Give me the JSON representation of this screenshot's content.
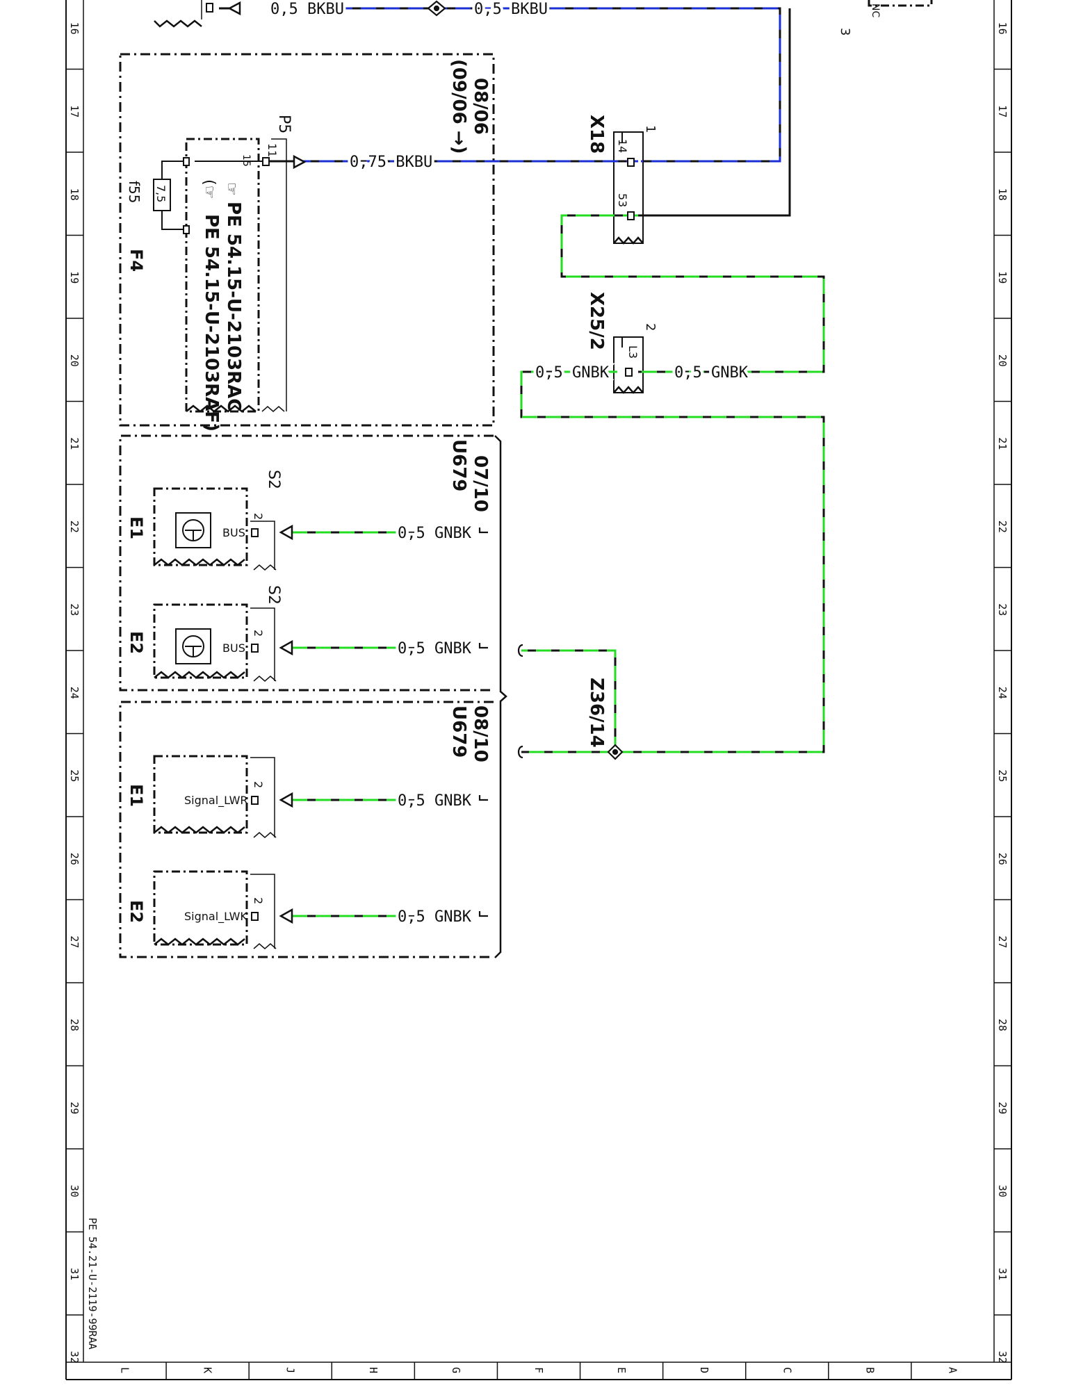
{
  "document_id": "PE 54.21-U-2119-99RAA",
  "row_numbers": [
    "16",
    "17",
    "18",
    "19",
    "20",
    "21",
    "22",
    "23",
    "24",
    "25",
    "26",
    "27",
    "28",
    "29",
    "30",
    "31",
    "32"
  ],
  "column_letters": [
    "L",
    "K",
    "J",
    "H",
    "G",
    "F",
    "E",
    "D",
    "C",
    "B",
    "A"
  ],
  "colors": {
    "bkbu": "#1a2fd6",
    "gnbk": "#22dd22",
    "line": "#111111"
  },
  "wires": {
    "top_left": "0,5 BKBU",
    "top_right": "0,5 BKBU",
    "fuse_wire": "0,75 BKBU",
    "x25_left": "0,5 GNBK",
    "x25_right": "0,5 GNBK",
    "e1_bus": "0,5 GNBK",
    "e2_bus": "0,5 GNBK",
    "e1_signal": "0,5 GNBK",
    "e2_signal": "0,5 GNBK"
  },
  "box_f4": {
    "date": "08/06",
    "date2": "(09/06 →)",
    "component": "F4",
    "fuse": "f55",
    "fuse_value": "7,5",
    "connector": "P5",
    "pin_top": "11",
    "pin_inner": "15",
    "ref1": "PE 54.15-U-2103RAC",
    "ref2": "PE 54.15-U-2103RAF)"
  },
  "box_u679_a": {
    "date": "07/10",
    "code": "U679"
  },
  "box_u679_b": {
    "date": "08/10",
    "code": "U679"
  },
  "connector_x18": {
    "name": "X18",
    "num": "1",
    "pin_a": "14",
    "pin_b": "53"
  },
  "connector_x25": {
    "name": "X25/2",
    "num": "2",
    "pin": "L3"
  },
  "splice": {
    "name": "Z36/14"
  },
  "modules": {
    "e1_bus": {
      "name": "E1",
      "conn": "S2",
      "pin": "2",
      "label": "BUS"
    },
    "e2_bus": {
      "name": "E2",
      "conn": "S2",
      "pin": "2",
      "label": "BUS"
    },
    "e1_signal": {
      "name": "E1",
      "pin": "2",
      "label": "Signal_LWR"
    },
    "e2_signal": {
      "name": "E2",
      "pin": "2",
      "label": "Signal_LWK"
    }
  },
  "relay": {
    "pin": "3",
    "label": "NC"
  }
}
